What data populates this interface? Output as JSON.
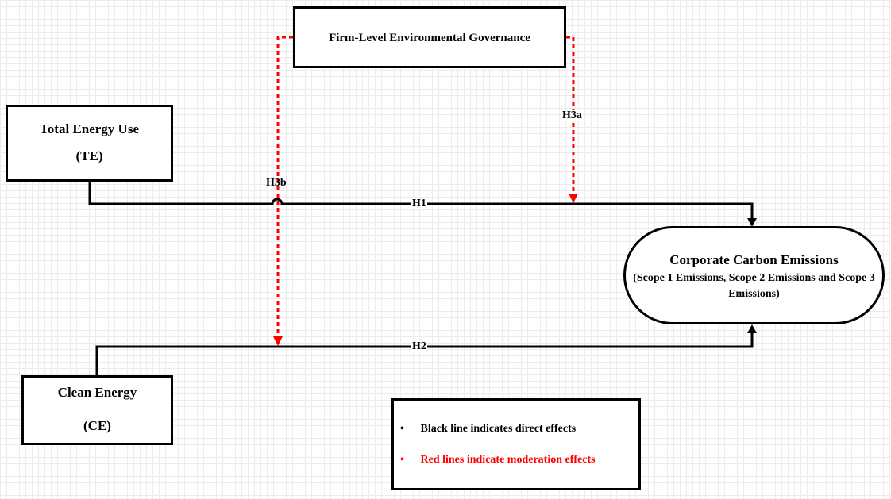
{
  "colors": {
    "direct": "#000000",
    "moderation": "#ff0000",
    "grid": "#ececec"
  },
  "nodes": {
    "governance": {
      "label": "Firm-Level Environmental Governance"
    },
    "total_energy": {
      "label": "Total Energy Use",
      "abbr": "(TE)"
    },
    "clean_energy": {
      "label": "Clean Energy",
      "abbr": "(CE)"
    },
    "carbon_emissions": {
      "label": "Corporate Carbon Emissions",
      "sublabel": "(Scope 1 Emissions, Scope 2 Emissions and Scope 3 Emissions)"
    }
  },
  "edges": {
    "h1": {
      "label": "H1",
      "from": "Total Energy Use",
      "to": "Corporate Carbon Emissions",
      "type": "direct"
    },
    "h2": {
      "label": "H2",
      "from": "Clean Energy",
      "to": "Corporate Carbon Emissions",
      "type": "direct"
    },
    "h3a": {
      "label": "H3a",
      "from": "Firm-Level Environmental Governance",
      "to": "H1",
      "type": "moderation"
    },
    "h3b": {
      "label": "H3b",
      "from": "Firm-Level Environmental Governance",
      "to": "H2",
      "type": "moderation"
    }
  },
  "legend": {
    "bullet": "•",
    "items": [
      {
        "text": "Black line indicates direct effects"
      },
      {
        "text": "Red lines indicate moderation effects"
      }
    ]
  }
}
